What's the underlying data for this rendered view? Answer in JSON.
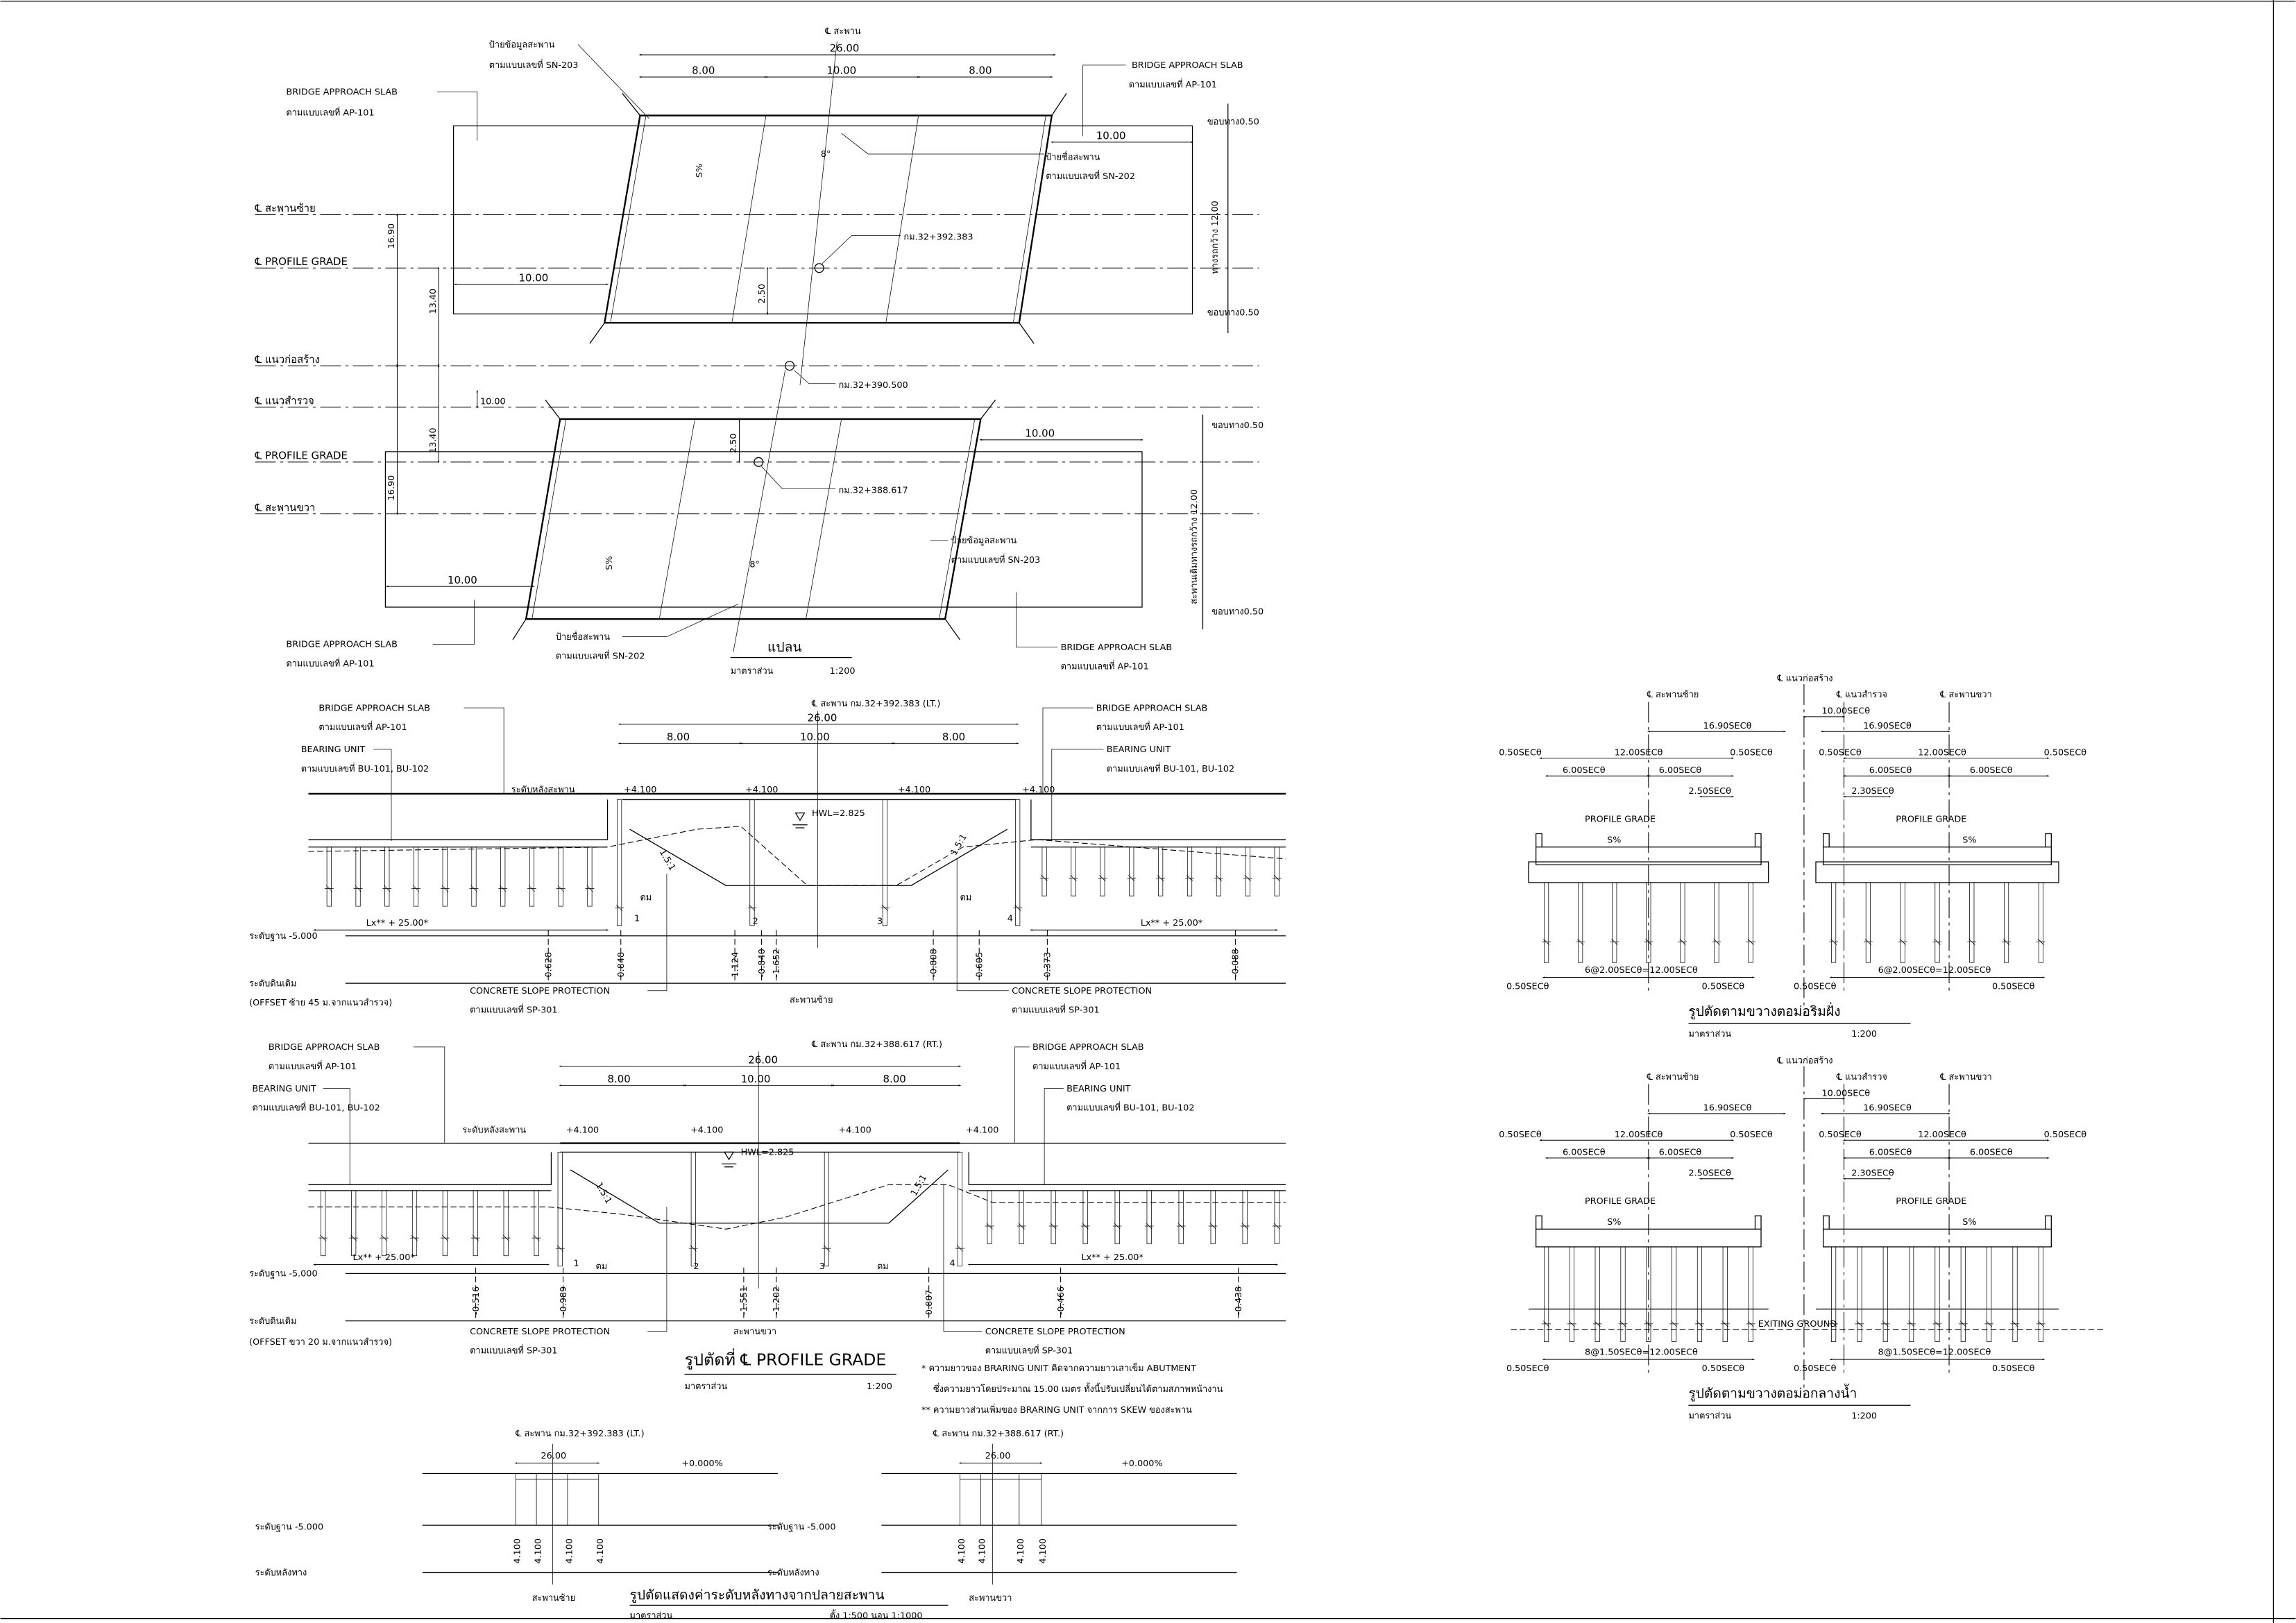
{
  "plan": {
    "title": "แปลน",
    "scale_label": "มาตราส่วน",
    "scale": "1:200",
    "cl_bridge": "℄ สะพาน",
    "dim_total": "26.00",
    "dim_spans": [
      "8.00",
      "10.00",
      "8.00"
    ],
    "cl_lines": [
      "℄ สะพานซ้าย",
      "℄ PROFILE GRADE",
      "℄ แนวก่อสร้าง",
      "℄ แนวสำรวจ",
      "℄ PROFILE GRADE",
      "℄ สะพานขวา"
    ],
    "sign_info": "ป้ายข้อมูลสะพาน",
    "sign_info_ref": "ตามแบบเลขที่ SN-203",
    "sign_name": "ป้ายชื่อสะพาน",
    "sign_name_ref": "ตามแบบเลขที่ SN-202",
    "approach_slab": "BRIDGE APPROACH SLAB",
    "approach_slab_ref": "ตามแบบเลขที่ AP-101",
    "shoulder": "ขอบทาง0.50",
    "roadway_top": "ทางรถกว้าง 12.00",
    "roadway_bottom": "สะพานเดิมทางรถกว้าง 12.00",
    "dim_10": "10.00",
    "dim_250": "2.50",
    "dim_1340": "13.40",
    "dim_1690": "16.90",
    "skew": "8°",
    "slope": "S%",
    "sta_left": "กม.32+392.383",
    "sta_construction": "กม.32+390.500",
    "sta_right": "กม.32+388.617"
  },
  "elevations": [
    {
      "cl_label": "℄ สะพาน กม.32+392.383 (LT.)",
      "bridge_name": "สะพานซ้าย",
      "offset_note": "(OFFSET ซ้าย 45 ม.จากแนวสำรวจ)",
      "values": [
        "0.628",
        "0.848",
        "1.124",
        "-0.840",
        "-1.652",
        "-0.808",
        "0.605",
        "0.373",
        "-0.088"
      ]
    },
    {
      "cl_label": "℄ สะพาน กม.32+388.617 (RT.)",
      "bridge_name": "สะพานขวา",
      "offset_note": "(OFFSET ขวา 20 ม.จากแนวสำรวจ)",
      "values": [
        "-0.516",
        "-0.989",
        "-1.551",
        "-1.202",
        "0.807",
        "-0.466",
        "-0.438"
      ]
    }
  ],
  "elev_common": {
    "approach_slab": "BRIDGE APPROACH SLAB",
    "approach_slab_ref": "ตามแบบเลขที่ AP-101",
    "bearing_unit": "BEARING UNIT",
    "bearing_unit_ref": "ตามแบบเลขที่ BU-101, BU-102",
    "deck_level": "ระดับหลังสะพาน",
    "deck_elev": "+4.100",
    "hwl": "HWL=2.825",
    "slope_ratio": "1.5:1",
    "mud": "ตม",
    "supports": [
      "1",
      "2",
      "3",
      "4"
    ],
    "pile_len": "Lx** + 25.00*",
    "datum": "ระดับฐาน -5.000",
    "ground": "ระดับดินเดิม",
    "slope_protection": "CONCRETE SLOPE PROTECTION",
    "slope_protection_ref": "ตามแบบเลขที่ SP-301",
    "title": "รูปตัดที่ ℄ PROFILE GRADE",
    "scale_label": "มาตราส่วน",
    "scale": "1:200",
    "notes": [
      "* ความยาวของ BRARING UNIT คิดจากความยาวเสาเข็ม ABUTMENT",
      "ซึ่งความยาวโดยประมาณ 15.00 เมตร ทั้งนี้ปรับเปลี่ยนได้ตามสภาพหน้างาน",
      "** ความยาวส่วนเพิ่มของ BRARING UNIT จากการ SKEW ของสะพาน"
    ]
  },
  "profile_ends": {
    "left_cl": "℄ สะพาน กม.32+392.383 (LT.)",
    "right_cl": "℄ สะพาน กม.32+388.617 (RT.)",
    "dim": "26.00",
    "grade": "+0.000%",
    "datum": "ระดับฐาน -5.000",
    "road_level": "ระดับหลังทาง",
    "values": "4.100",
    "left_name": "สะพานซ้าย",
    "right_name": "สะพานขวา",
    "title": "รูปตัดแสดงค่าระดับหลังทางจากปลายสะพาน",
    "scale_label": "มาตราส่วน",
    "scale": "ตั้ง 1:500  นอน 1:1000"
  },
  "cross_sections": {
    "cl_construction": "℄ แนวก่อสร้าง",
    "cl_left": "℄ สะพานซ้าย",
    "cl_survey": "℄ แนวสำรวจ",
    "cl_right": "℄ สะพานขวา",
    "d_10": "10.00SECθ",
    "d_169": "16.90SECθ",
    "d_050": "0.50SECθ",
    "d_12": "12.00SECθ",
    "d_6": "6.00SECθ",
    "d_250": "2.50SECθ",
    "d_230": "2.30SECθ",
    "profile_grade": "PROFILE GRADE",
    "slope": "S%",
    "pile_spacing_abut": "6@2.00SECθ=12.00SECθ",
    "pile_spacing_pier": "8@1.50SECθ=12.00SECθ",
    "existing_ground": "EXITING GROUND",
    "title_abut": "รูปตัดตามขวางตอม่อริมฝั่ง",
    "title_pier": "รูปตัดตามขวางตอม่อกลางน้ำ",
    "scale_label": "มาตราส่วน",
    "scale": "1:200"
  }
}
